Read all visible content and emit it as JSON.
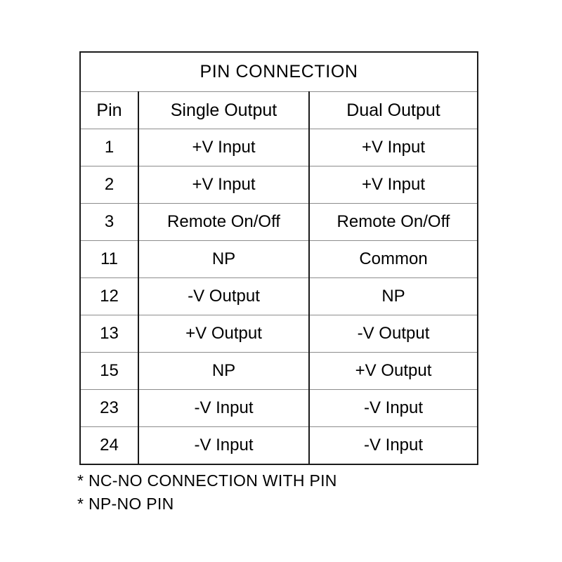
{
  "document": {
    "title": "PIN CONNECTION"
  },
  "table": {
    "title": "PIN CONNECTION",
    "columns": [
      "Pin",
      "Single Output",
      "Dual Output"
    ],
    "rows": [
      {
        "pin": "1",
        "single": "+V Input",
        "dual": "+V Input"
      },
      {
        "pin": "2",
        "single": "+V Input",
        "dual": "+V Input"
      },
      {
        "pin": "3",
        "single": "Remote On/Off",
        "dual": "Remote On/Off"
      },
      {
        "pin": "11",
        "single": "NP",
        "dual": "Common"
      },
      {
        "pin": "12",
        "single": "-V Output",
        "dual": "NP"
      },
      {
        "pin": "13",
        "single": "+V Output",
        "dual": "-V Output"
      },
      {
        "pin": "15",
        "single": "NP",
        "dual": "+V Output"
      },
      {
        "pin": "23",
        "single": "-V Input",
        "dual": "-V Input"
      },
      {
        "pin": "24",
        "single": "-V Input",
        "dual": "-V Input"
      }
    ]
  },
  "footnotes": [
    "* NC-NO CONNECTION WITH PIN",
    "* NP-NO PIN"
  ],
  "colors": {
    "background": "#ffffff",
    "text": "#000000",
    "outer_border": "#1b1b1b",
    "row_rule": "#8c8c8c"
  }
}
